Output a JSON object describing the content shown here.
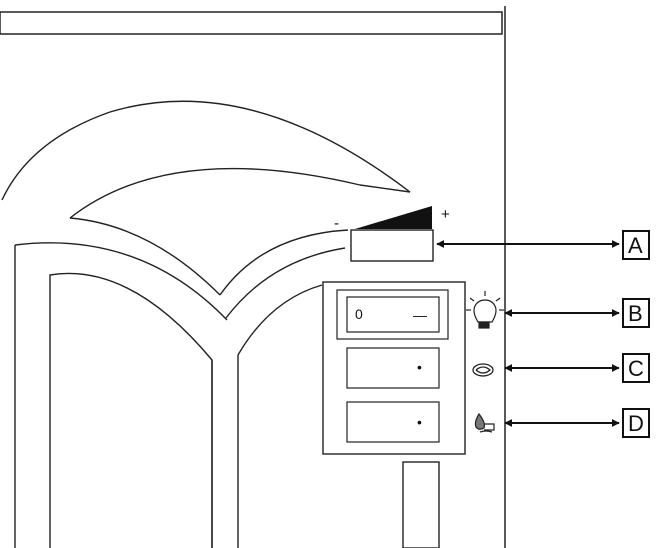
{
  "slider": {
    "minus": "-",
    "plus": "+"
  },
  "switches": [
    {
      "left": "0",
      "right": "—"
    },
    {
      "left": "",
      "right": "•"
    },
    {
      "left": "",
      "right": "•"
    }
  ],
  "icons": [
    "light-bulb-icon",
    "fan-icon",
    "water-tap-icon"
  ],
  "callouts": [
    {
      "letter": "A"
    },
    {
      "letter": "B"
    },
    {
      "letter": "C"
    },
    {
      "letter": "D"
    }
  ]
}
